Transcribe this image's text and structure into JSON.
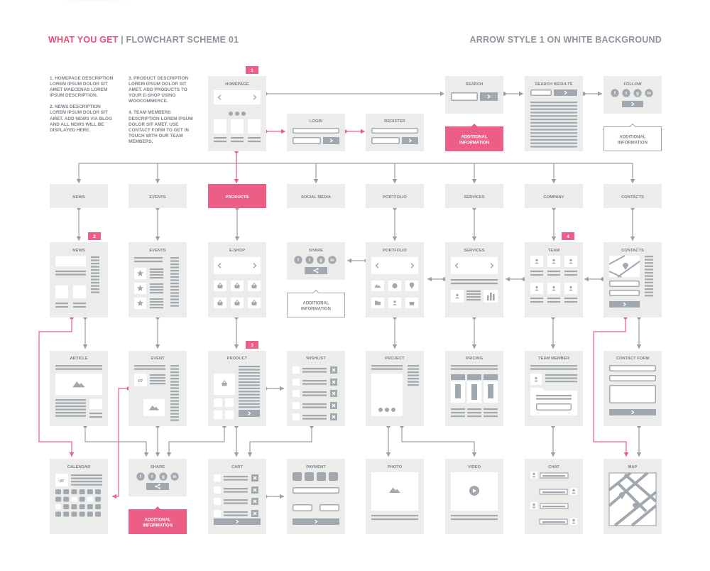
{
  "header": {
    "left_accent": "WHAT YOU GET",
    "left_sep": " | ",
    "left_title": "FLOWCHART SCHEME 01",
    "right_title": "ARROW STYLE 1 ON WHITE BACKGROUND"
  },
  "notes": [
    "1. HOMEPAGE DESCRIPTION LOREM IPSUM DOLOR SIT AMET MAECENAS LOREM IPSUM DESCRIPTION.",
    "2. NEWS DESCRIPTION LOREM IPSUM DOLOR SIT AMET. ADD NEWS VIA BLOG AND ALL NEWS WILL BE DISPLAYED HERE.",
    "3. PRODUCT DESCRIPTION LOREM IPSUM DOLOR SIT AMET. ADD PRODUCTS TO YOUR E-SHOP USING WOOCOMMERCE.",
    "4. TEAM MEMBERS DESCRIPTION LOREM IPSUM DOLOR SIT AMET. USE CONTACT FORM TO GET IN TOUCH WITH OUR TEAM MEMBERS."
  ],
  "colors": {
    "accent": "#ec5e86",
    "box": "#ececea",
    "element": "#a2a8b0",
    "line": "#9aa0a8",
    "text": "#7d838b"
  },
  "top_row": {
    "homepage": "HOMEPAGE",
    "login": "LOGIN",
    "register": "REGISTER",
    "search": "SEARCH",
    "search_results": "SEARCH RESULTS",
    "follow": "FOLLOW",
    "additional_info": "ADDITIONAL INFORMATION"
  },
  "categories": [
    "NEWS",
    "EVENTS",
    "PRODUCTS",
    "SOCIAL MEDIA",
    "PORTFOLIO",
    "SERVICES",
    "COMPANY",
    "CONTACTS"
  ],
  "row3": {
    "news": "NEWS",
    "events": "EVENTS",
    "eshop": "E-SHOP",
    "share": "SHARE",
    "portfolio": "PORTFOLIO",
    "services": "SERVICES",
    "team": "TEAM",
    "contacts": "CONTACTS",
    "additional_info": "ADDITIONAL INFORMATION"
  },
  "row4": {
    "article": "ARTICLE",
    "event": "EVENT",
    "product": "PRODUCT",
    "wishlist": "WISHLIST",
    "project": "PROJECT",
    "pricing": "PRICING",
    "team_member": "TEAM MEMBER",
    "contact_form": "CONTACT FORM",
    "event_date": "07"
  },
  "row5": {
    "calendar": "CALENDAR",
    "share": "SHARE",
    "cart": "CART",
    "payment": "PAYMENT",
    "photo": "PHOTO",
    "video": "VIDEO",
    "chat": "CHAT",
    "map": "MAP",
    "calendar_date": "07",
    "additional_info": "ADDITIONAL INFORMATION"
  },
  "badges": [
    "1",
    "2",
    "3",
    "4"
  ]
}
